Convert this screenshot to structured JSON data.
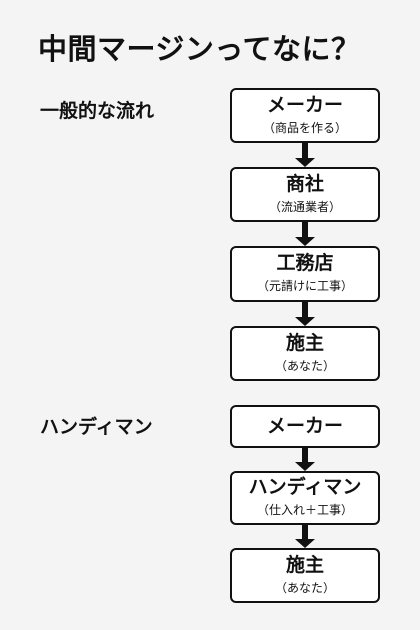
{
  "title": "中間マージンってなに？",
  "sections": [
    {
      "label": "一般的な流れ",
      "steps": [
        {
          "title": "メーカー",
          "sub": "（商品を作る）"
        },
        {
          "title": "商社",
          "sub": "（流通業者）"
        },
        {
          "title": "工務店",
          "sub": "（元請けに工事）"
        },
        {
          "title": "施主",
          "sub": "（あなた）"
        }
      ]
    },
    {
      "label": "ハンディマン",
      "steps": [
        {
          "title": "メーカー",
          "sub": ""
        },
        {
          "title": "ハンディマン",
          "sub": "（仕入れ＋工事）"
        },
        {
          "title": "施主",
          "sub": "（あなた）"
        }
      ]
    }
  ]
}
